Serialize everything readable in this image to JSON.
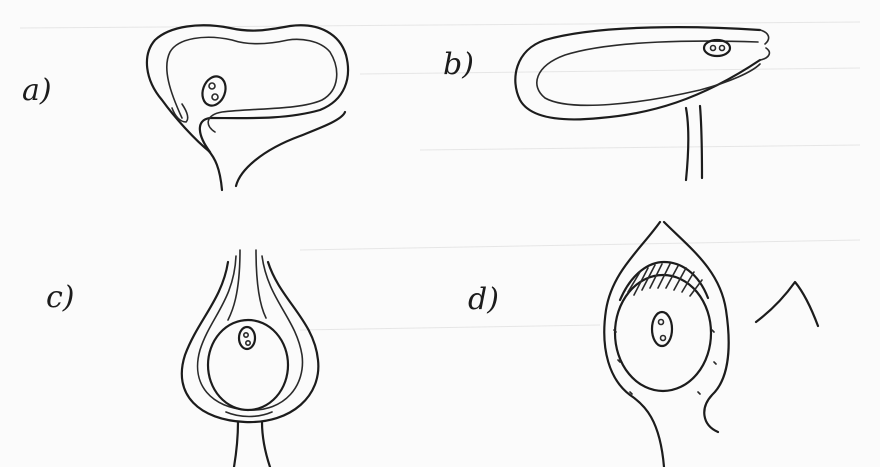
{
  "labels": {
    "a": "a)",
    "b": "b)",
    "c": "c)",
    "d": "d)"
  },
  "colors": {
    "ink": "#1c1c1c",
    "paper": "#fbfbfb"
  }
}
